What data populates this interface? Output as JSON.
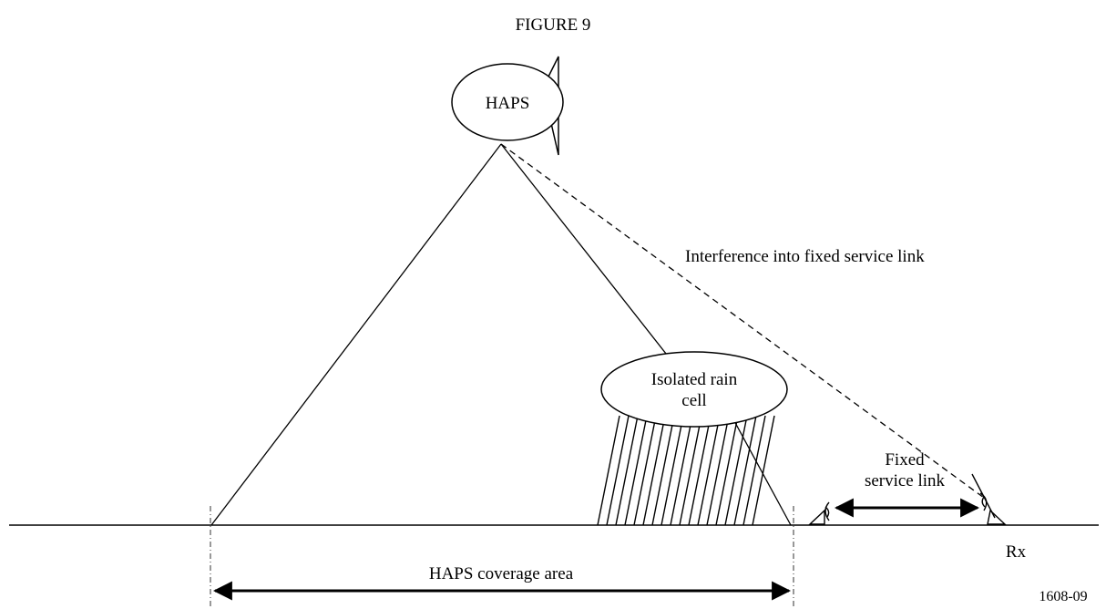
{
  "figure": {
    "title": "FIGURE 9",
    "id": "1608-09"
  },
  "labels": {
    "haps": "HAPS",
    "rain_cell_line1": "Isolated rain",
    "rain_cell_line2": "cell",
    "interference": "Interference into fixed service link",
    "fixed_line1": "Fixed",
    "fixed_line2": "service link",
    "rx": "Rx",
    "coverage": "HAPS coverage area"
  },
  "colors": {
    "ink": "#000000",
    "background": "#ffffff"
  }
}
